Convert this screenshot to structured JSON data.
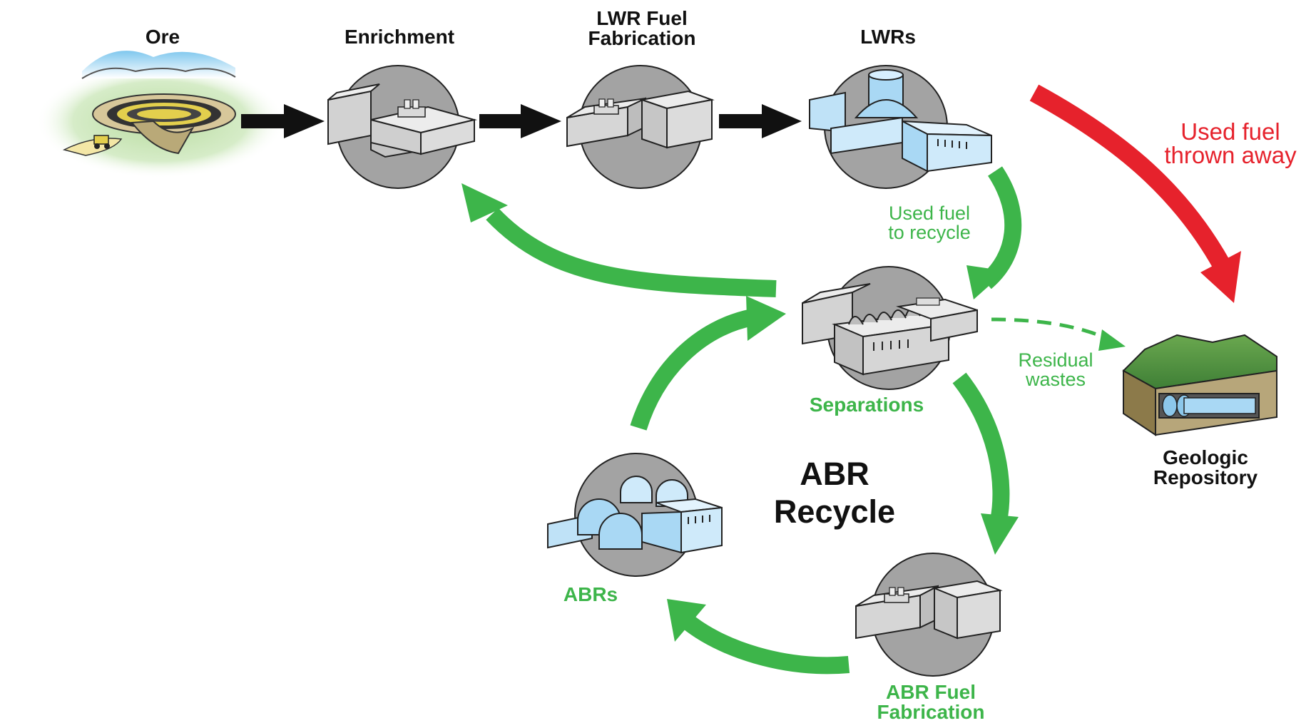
{
  "colors": {
    "recycle_green": "#3db54a",
    "discard_red": "#e6222c",
    "flow_black": "#111111",
    "building_blue": "#bfe2f7",
    "building_gray": "#c9c9c9",
    "disc_gray": "#9a9a9a"
  },
  "stages": {
    "ore": "Ore",
    "enrichment": "Enrichment",
    "lwr_fuel_fab": [
      "LWR Fuel",
      "Fabrication"
    ],
    "lwrs": "LWRs",
    "separations": "Separations",
    "abrs": "ABRs",
    "abr_fuel_fab": [
      "ABR Fuel",
      "Fabrication"
    ],
    "repository": [
      "Geologic",
      "Repository"
    ]
  },
  "flows": {
    "used_fuel_thrown_away": [
      "Used fuel",
      "thrown away"
    ],
    "used_fuel_to_recycle": [
      "Used fuel",
      "to recycle"
    ],
    "residual_wastes": [
      "Residual",
      "wastes"
    ]
  },
  "cycle_title": [
    "ABR",
    "Recycle"
  ],
  "icons": [
    "open-pit-mine-icon",
    "enrichment-plant-icon",
    "fuel-fabrication-plant-icon",
    "light-water-reactor-icon",
    "separations-plant-icon",
    "fast-reactor-icon",
    "geologic-repository-icon"
  ]
}
